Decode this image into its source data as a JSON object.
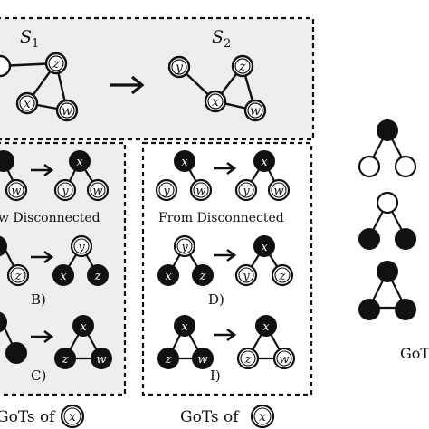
{
  "top": {
    "s1_label": "S",
    "s1_sub": "1",
    "s2_label": "S",
    "s2_sub": "2"
  },
  "left_panel": {
    "row1_caption": "w Disconnected",
    "row2_tag": "B)",
    "row3_tag": "C)"
  },
  "mid_panel": {
    "row1_caption": "From Disconnected",
    "row2_tag": "D)",
    "row3_tag": "I)"
  },
  "bottom": {
    "left_label": "GoTs of",
    "left_node": "x",
    "mid_label": "GoTs of",
    "mid_node": "x"
  },
  "right": {
    "label": "GoT"
  },
  "colors": {
    "panel_fill": "#eeeeee",
    "stroke": "#111111",
    "node_filled": "#111111",
    "node_open": "#ffffff"
  }
}
